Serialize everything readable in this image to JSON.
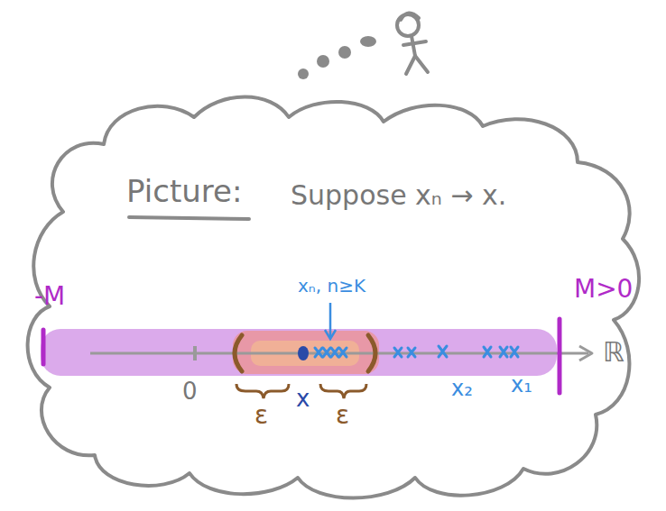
{
  "diagram": {
    "title": "Picture:",
    "labels": [
      "Suppose xₙ → x.",
      "xₙ, n≥K",
      "-M",
      "M>0",
      "ℝ",
      "0",
      "ε",
      "ε",
      "x",
      "x₂",
      "x₁"
    ]
  }
}
